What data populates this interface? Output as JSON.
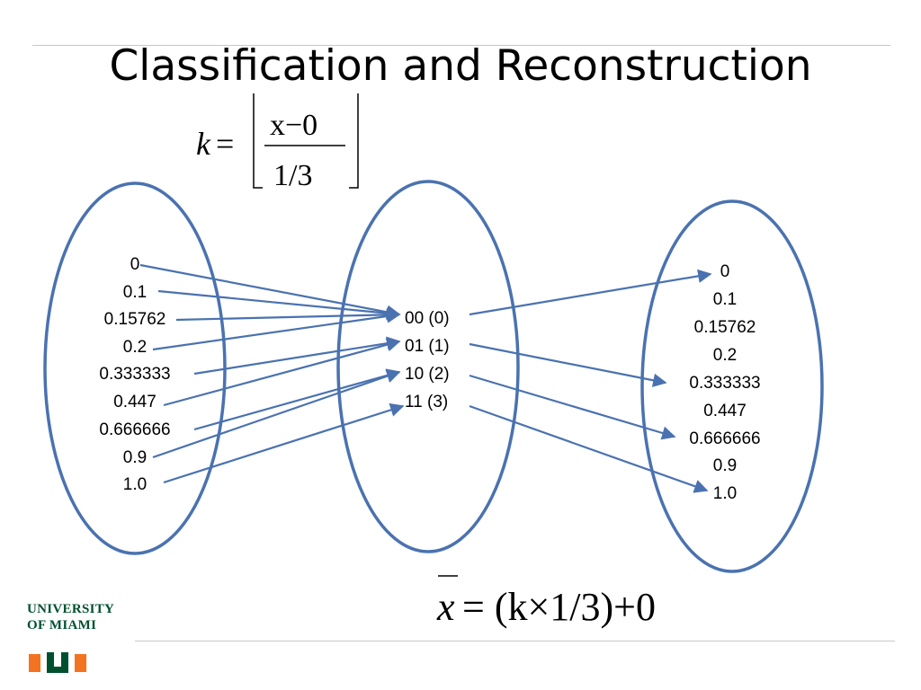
{
  "title": "Classification and Reconstruction",
  "formula_top": {
    "k": "k",
    "eq": "=",
    "numerator": "x−0",
    "denominator": "1/3"
  },
  "formula_bottom": {
    "xbar": "x",
    "rhs": "= (k×1/3)+0"
  },
  "input_values": [
    "0",
    "0.1",
    "0.15762",
    "0.2",
    "0.333333",
    "0.447",
    "0.666666",
    "0.9",
    "1.0"
  ],
  "codes": [
    "00 (0)",
    "01 (1)",
    "10 (2)",
    "11 (3)"
  ],
  "output_values": [
    "0",
    "0.1",
    "0.15762",
    "0.2",
    "0.333333",
    "0.447",
    "0.666666",
    "0.9",
    "1.0"
  ],
  "input_to_code": [
    0,
    0,
    0,
    0,
    1,
    1,
    2,
    2,
    3
  ],
  "code_to_output": [
    0,
    4,
    6,
    8
  ],
  "colors": {
    "ellipse": "#4a72b0",
    "arrow": "#4a72b0",
    "logo_green": "#005030",
    "logo_orange": "#f47321"
  },
  "logo": {
    "line1": "UNIVERSITY",
    "line2": "OF MIAMI"
  }
}
